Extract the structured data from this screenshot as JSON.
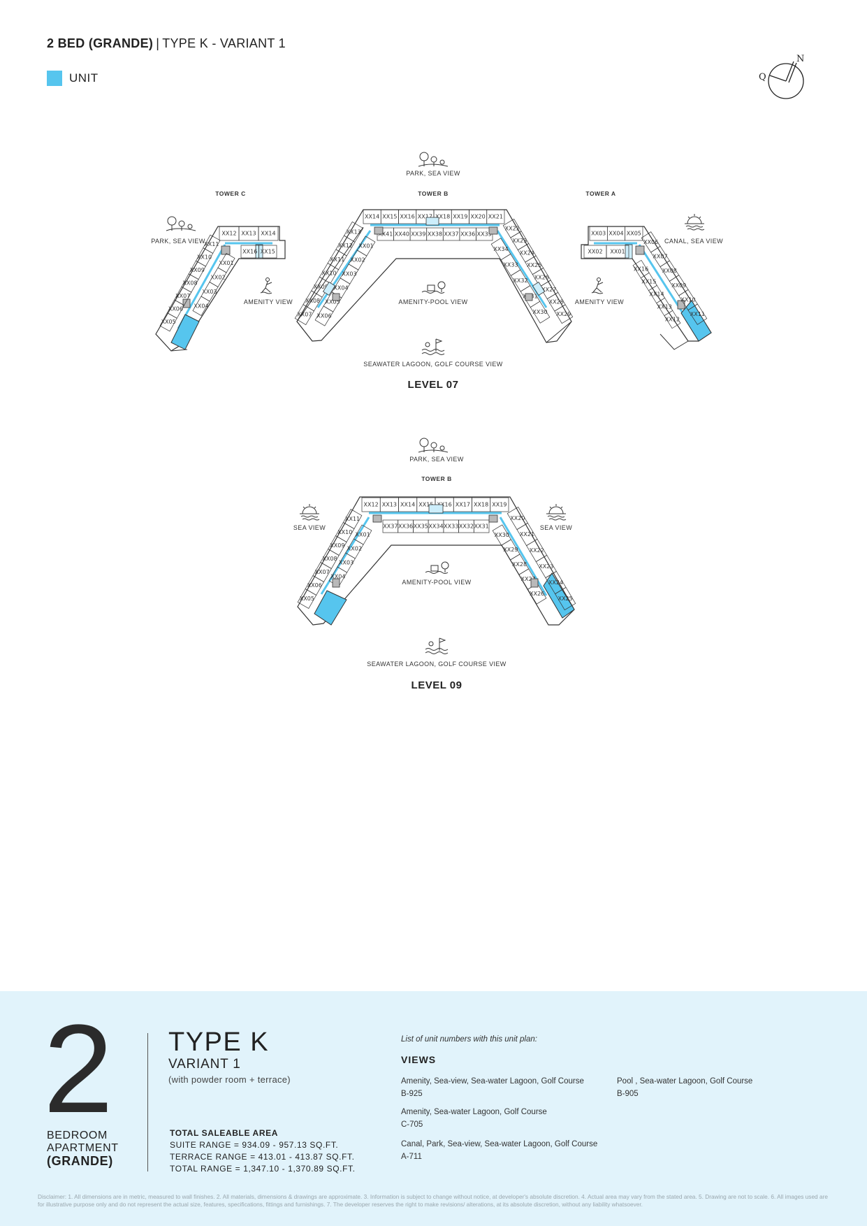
{
  "header": {
    "title_bold": "2 BED (GRANDE)",
    "separator": "|",
    "title_rest": "TYPE K - VARIANT 1",
    "legend_label": "UNIT",
    "compass_letter_q": "Q",
    "compass_letter_n": "N"
  },
  "colors": {
    "unit": "#56c5ee",
    "light_unit": "#cdeefb",
    "footer_bg": "#e1f3fb",
    "core": "#b9b9b9"
  },
  "level07": {
    "level_label": "LEVEL 07",
    "view_top": "PARK, SEA VIEW",
    "view_bottom": "SEAWATER LAGOON, GOLF COURSE VIEW",
    "view_center": "AMENITY-POOL VIEW",
    "tower_c": "TOWER C",
    "tower_b": "TOWER B",
    "tower_a": "TOWER A",
    "view_c_top": "PARK, SEA VIEW",
    "view_c_right": "AMENITY VIEW",
    "view_a_top": "CANAL, SEA VIEW",
    "view_a_left": "AMENITY VIEW",
    "towerB_top_units": [
      "XX14",
      "XX15",
      "XX16",
      "XX17",
      "XX18",
      "XX19",
      "XX20",
      "XX21"
    ],
    "towerB_inner_units": [
      "XX41",
      "XX40",
      "XX39",
      "XX38",
      "XX37",
      "XX36",
      "XX35"
    ],
    "towerB_left_outer": [
      "XX13",
      "XX12",
      "XX11",
      "XX10",
      "XX09",
      "XX08",
      "XX07"
    ],
    "towerB_left_inner": [
      "XX01",
      "XX02",
      "XX03",
      "XX04",
      "XX05",
      "XX06"
    ],
    "towerB_right_outer": [
      "XX22",
      "XX23",
      "XX24",
      "XX25",
      "XX26",
      "XX27",
      "XX28",
      "XX29"
    ],
    "towerB_right_inner": [
      "XX34",
      "XX33",
      "XX32",
      "XX31",
      "XX30"
    ],
    "towerC_top_units": [
      "XX12",
      "XX13",
      "XX14"
    ],
    "towerC_side_units": [
      "XX15",
      "XX16"
    ],
    "towerC_outer": [
      "XX11",
      "XX10",
      "XX09",
      "XX08",
      "XX07",
      "XX06",
      "XX05"
    ],
    "towerC_inner": [
      "XX01",
      "XX02",
      "XX03",
      "XX04"
    ],
    "towerA_top_units": [
      "XX03",
      "XX04",
      "XX05"
    ],
    "towerA_side_units": [
      "XX02",
      "XX01"
    ],
    "towerA_outer": [
      "XX06",
      "XX07",
      "XX08",
      "XX09",
      "XX10",
      "XX11"
    ],
    "towerA_inner": [
      "XX16",
      "XX15",
      "XX14",
      "XX13",
      "XX12"
    ]
  },
  "level09": {
    "level_label": "LEVEL 09",
    "view_top": "PARK, SEA VIEW",
    "view_bottom": "SEAWATER LAGOON, GOLF COURSE VIEW",
    "view_center": "AMENITY-POOL VIEW",
    "view_left": "SEA VIEW",
    "view_right": "SEA VIEW",
    "tower_b": "TOWER B",
    "top_units": [
      "XX12",
      "XX13",
      "XX14",
      "XX15",
      "XX16",
      "XX17",
      "XX18",
      "XX19"
    ],
    "inner_units": [
      "XX37",
      "XX36",
      "XX35",
      "XX34",
      "XX33",
      "XX32",
      "XX31"
    ],
    "left_outer": [
      "XX11",
      "XX10",
      "XX09",
      "XX08",
      "XX07",
      "XX06",
      "XX05"
    ],
    "left_inner": [
      "XX01",
      "XX02",
      "XX03",
      "XX04"
    ],
    "right_outer": [
      "XX20",
      "XX21",
      "XX22",
      "XX23",
      "XX24",
      "XX25"
    ],
    "right_inner": [
      "XX30",
      "XX29",
      "XX28",
      "XX27",
      "XX26"
    ]
  },
  "footer": {
    "big_number": "2",
    "bedroom_line1": "BEDROOM",
    "bedroom_line2": "APARTMENT",
    "bedroom_line3": "(GRANDE)",
    "type": "TYPE K",
    "variant": "VARIANT 1",
    "variant_sub": "(with powder room + terrace)",
    "area_title": "TOTAL SALEABLE AREA",
    "suite_range": "SUITE RANGE = 934.09 - 957.13 SQ.FT.",
    "terrace_range": "TERRACE RANGE = 413.01 - 413.87 SQ.FT.",
    "total_range": "TOTAL RANGE = 1,347.10 - 1,370.89 SQ.FT.",
    "list_heading": "List of unit numbers with this unit plan:",
    "views_heading": "VIEWS",
    "views": [
      {
        "label": "Amenity, Sea-view, Sea-water Lagoon, Golf Course",
        "unit": "B-925"
      },
      {
        "label": "Pool , Sea-water Lagoon, Golf Course",
        "unit": "B-905"
      },
      {
        "label": "Amenity, Sea-water Lagoon, Golf Course",
        "unit": "C-705"
      },
      {
        "label": "Canal, Park, Sea-view, Sea-water Lagoon, Golf Course",
        "unit": "A-711"
      }
    ],
    "disclaimer": "Disclaimer: 1. All dimensions are in metric, measured to wall finishes. 2. All materials, dimensions & drawings are approximate. 3. Information is subject to change without notice, at developer's absolute discretion. 4. Actual area may vary from the stated area. 5. Drawing are not to scale. 6. All images used are for illustrative purpose only and do not represent the actual size, features, specifications, fittings and furnishings. 7. The developer reserves the right to make revisions/ alterations, at its absolute discretion, without any liability whatsoever."
  }
}
